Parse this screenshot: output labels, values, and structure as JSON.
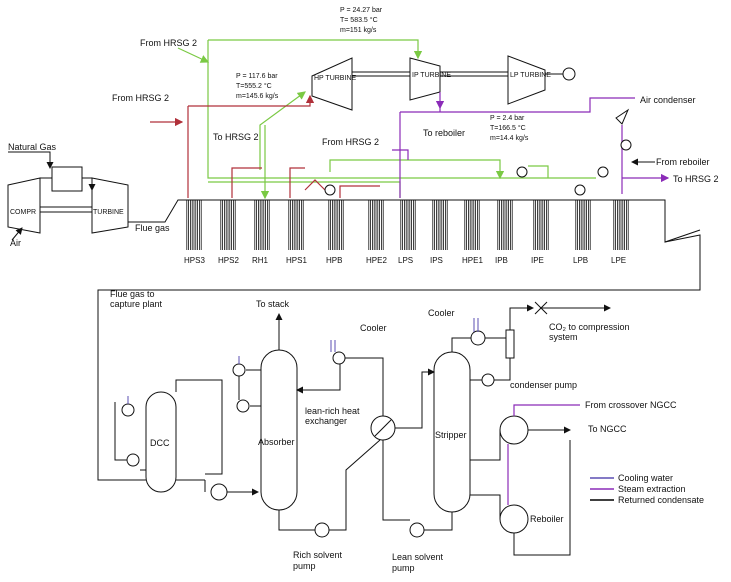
{
  "colors": {
    "steam_hp": "#7ac943",
    "steam_hot": "#b0303a",
    "steam_lp": "#8b2bb8",
    "returned_condensate": "#000000",
    "cooling_water": "#5b4fb3",
    "ink": "#111111"
  },
  "ngcc": {
    "compr_label": "COMPR",
    "turbine_label": "TURBINE",
    "natural_gas_label": "Natural Gas",
    "air_label": "Air",
    "flue_gas_label": "Flue gas",
    "from_hrsg2_a": "From HRSG 2",
    "from_hrsg2_b": "From HRSG 2",
    "from_hrsg2_c": "From HRSG 2",
    "to_hrsg2_a": "To HRSG 2",
    "to_hrsg2_b": "To HRSG 2",
    "to_reboiler": "To reboiler",
    "from_reboiler": "From reboiler",
    "air_condenser": "Air condenser",
    "hp_turbine": "HP TURBINE",
    "ip_turbine": "IP TURBINE",
    "lp_turbine": "LP TURBINE",
    "ip_inlet": {
      "p": "P = 24.27 bar",
      "t": "T= 583.5 °C",
      "m": "m=151 kg/s"
    },
    "hp_inlet": {
      "p": "P = 117.6 bar",
      "t": "T=555.2 °C",
      "m": "m=145.6 kg/s"
    },
    "lp_extract": {
      "p": "P = 2.4 bar",
      "t": "T=166.5 °C",
      "m": "m=14.4 kg/s"
    },
    "hrsg_sections": [
      "HPS3",
      "HPS2",
      "RH1",
      "HPS1",
      "HPB",
      "HPE2",
      "LPS",
      "IPS",
      "HPE1",
      "IPB",
      "IPE",
      "LPB",
      "LPE"
    ]
  },
  "capture": {
    "flue_gas_to_capture": "Flue gas to capture plant",
    "to_stack": "To stack",
    "cooler_a": "Cooler",
    "cooler_b": "Cooler",
    "co2_label": "CO₂ to compression system",
    "condenser_pump": "condenser pump",
    "from_crossover": "From crossover NGCC",
    "to_ngcc": "To NGCC",
    "dcc": "DCC",
    "absorber": "Absorber",
    "stripper": "Stripper",
    "lean_rich_hx": "lean-rich heat exchanger",
    "reboiler": "Reboiler",
    "rich_pump": "Rich solvent pump",
    "lean_pump": "Lean solvent pump"
  },
  "legend": [
    {
      "label": "Cooling water",
      "color": "#5b4fb3"
    },
    {
      "label": "Steam extraction",
      "color": "#8b2bb8"
    },
    {
      "label": "Returned condensate",
      "color": "#000000"
    }
  ]
}
